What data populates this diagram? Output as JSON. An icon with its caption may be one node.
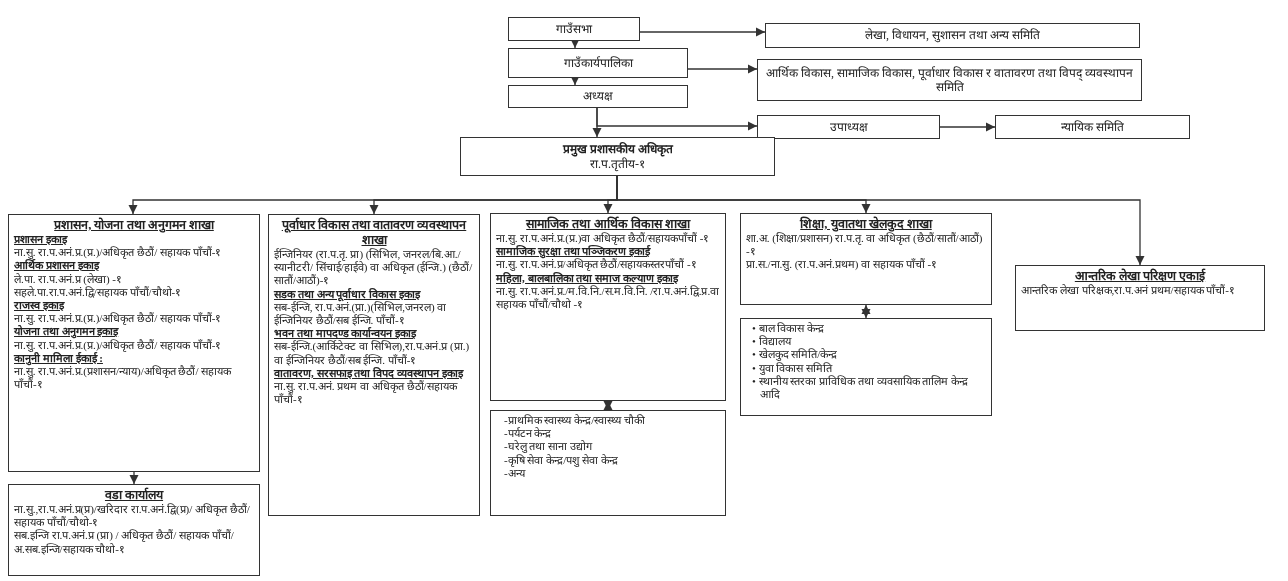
{
  "diagram": {
    "nodes": [
      {
        "text": [
          "गाउँसभा"
        ]
      },
      {
        "text": [
          "लेखा, विधायन, सुशासन तथा अन्य समिति"
        ]
      },
      {
        "text": [
          "गाउँकार्यपालिका"
        ]
      },
      {
        "text": [
          "आर्थिक विकास, सामाजिक विकास, पूर्वाधार विकास र वातावरण तथा विपद् व्यवस्थापन समिति"
        ]
      },
      {
        "text": [
          "अध्यक्ष"
        ]
      },
      {
        "text": [
          "उपाध्यक्ष"
        ]
      },
      {
        "text": [
          "न्यायिक समिति"
        ]
      },
      {
        "text": [
          "प्रमुख प्रशासकीय अधिकृत",
          "रा.प.तृतीय-१"
        ]
      },
      {
        "text": [
          "प्रशासन, योजना तथा अनुगमन शाखा",
          "प्रशासन इकाइ",
          "ना.सु. रा.प.अनं.प्र.(प्र.)/अधिकृत छैठौं/ सहायक पाँचौं-१",
          "आर्थिक प्रशासन इकाइ",
          "ले.पा. रा.प.अनं.प्र (लेखा) -१",
          "सहले.पा.रा.प.अनं.द्वि/सहायक पाँचौं/चौथो-१",
          "राजस्व इकाइ",
          "ना.सु. रा.प.अनं.प्र.(प्र.)/अधिकृत छैठौं/ सहायक पाँचौं-१",
          "योजना तथा अनुगमन इकाइ",
          "ना.सु. रा.प.अनं.प्र.(प्र.)/अधिकृत छैठौं/ सहायक पाँचौं-१",
          "कानुनी मामिला ईकाई :",
          "ना.सु. रा.प.अनं.प्र.(प्रशासन/न्याय)/अधिकृत छैठौं/ सहायक पाँचौं-१"
        ]
      },
      {
        "text": [
          "वडा कार्यालय",
          "ना.सु.,रा.प.अनं.प्र(प्र)/खरिदार रा.प.अनं.द्वि(प्र)/ अधिकृत छैठौं/सहायक पाँचौं/चौथो-१",
          "सब.इन्जि रा.प.अनं.प्र (प्रा) / अधिकृत छैठौं/ सहायक पाँचौं/अ.सब.इन्जि/सहायक चौथो-१"
        ]
      },
      {
        "text": [
          "पूर्वाधार विकास तथा वातावरण व्यवस्थापन शाखा",
          "ईन्जिनियर (रा.प.तृ. प्रा) (सिभिल, जनरल/बि.आ./स्यानीटरी/ सिंचाई/हाईवे) वा अधिकृत (ईन्जि.) (छैठौं/सातौं/आठौं)-१",
          "सडक तथा अन्य पूर्वाधार विकास इकाइ",
          "सब-ईन्जि, रा.प.अनं.(प्रा.)(सिभिल,जनरल) वा ईन्जिनियर छैठौं/सब ईन्जि. पाँचौं-१",
          "भवन तथा मापदण्ड कार्यान्वयन इकाइ",
          "सब-ईन्जि.(आर्किटेक्ट वा सिभिल),रा.प.अनं.प्र (प्रा.) वा ईन्जिनियर छैठौं/सब ईन्जि. पाँचौं-१",
          "वातावरण, सरसफाइ तथा विपद व्यवस्थापन इकाइ",
          "ना.सु. रा.प.अनं. प्रथम वा अधिकृत छैठौं/सहायक पाँचौं-१"
        ]
      },
      {
        "text": [
          "सामाजिक तथा आर्थिक विकास शाखा",
          "ना.सु. रा.प.अनं.प्र.(प्र.)वा अधिकृत छैठौं/सहायकपाँचौं -१",
          "सामाजिक सुरक्षा तथा पञ्जिकरण इकाई",
          "ना.सु. रा.प.अनं.प्र/अधिकृत छैठौं/सहायकस्तरपाँचौं -१",
          "महिला, बालबालिका तथा समाज कल्याण इकाइ",
          "ना.सु. रा.प.अनं.प्र./म.वि.नि./स.म.वि.नि. /रा.प.अनं.द्वि.प्र.वा सहायक पाँचौं/चौथो -१"
        ]
      },
      {
        "text": [
          "-प्राथमिक स्वास्थ्य केन्द्र/स्वास्थ्य चौकी",
          "-पर्यटन केन्द्र",
          "-घरेलु तथा साना उद्योग",
          "-कृषि सेवा केन्द्र/पशु सेवा केन्द्र",
          "-अन्य"
        ]
      },
      {
        "text": [
          "शिक्षा, युवातथा खेलकुद शाखा",
          "शा.अ. (शिक्षा/प्रशासन) रा.प.तृ. वा अधिकृत (छैठौं/सातौं/आठौं) -१",
          "प्रा.स./ना.सु. (रा.प.अनं.प्रथम) वा सहायक पाँचौं -१"
        ]
      },
      {
        "text": [
          "• बाल विकास केन्द्र",
          "• विद्यालय",
          "• खेलकुद समिति/केन्द्र",
          "• युवा विकास समिति",
          "• स्थानीय स्तरका प्राविधिक तथा व्यवसायिक तालिम केन्द्र आदि"
        ]
      },
      {
        "text": [
          "आन्तरिक लेखा परिक्षण एकाई",
          "आन्तरिक लेखा परिक्षक,रा.प.अनं प्रथम/सहायक पाँचौं-१"
        ]
      }
    ],
    "edges": [
      {
        "from": 0,
        "to": 1,
        "arrow": "to"
      },
      {
        "from": 0,
        "to": 2,
        "arrow": "to"
      },
      {
        "from": 2,
        "to": 3,
        "arrow": "to"
      },
      {
        "from": 2,
        "to": 4,
        "arrow": "to"
      },
      {
        "from": 4,
        "to": 5,
        "arrow": "to"
      },
      {
        "from": 5,
        "to": 6,
        "arrow": "to"
      },
      {
        "from": 4,
        "to": 7,
        "arrow": "to"
      },
      {
        "from": 7,
        "to": 8,
        "arrow": "to"
      },
      {
        "from": 7,
        "to": 10,
        "arrow": "to"
      },
      {
        "from": 7,
        "to": 11,
        "arrow": "to"
      },
      {
        "from": 7,
        "to": 13,
        "arrow": "to"
      },
      {
        "from": 7,
        "to": 15,
        "arrow": "to"
      },
      {
        "from": 8,
        "to": 9,
        "arrow": "to"
      },
      {
        "from": 11,
        "to": 12,
        "arrow": "both"
      },
      {
        "from": 13,
        "to": 14,
        "arrow": "both"
      }
    ]
  }
}
